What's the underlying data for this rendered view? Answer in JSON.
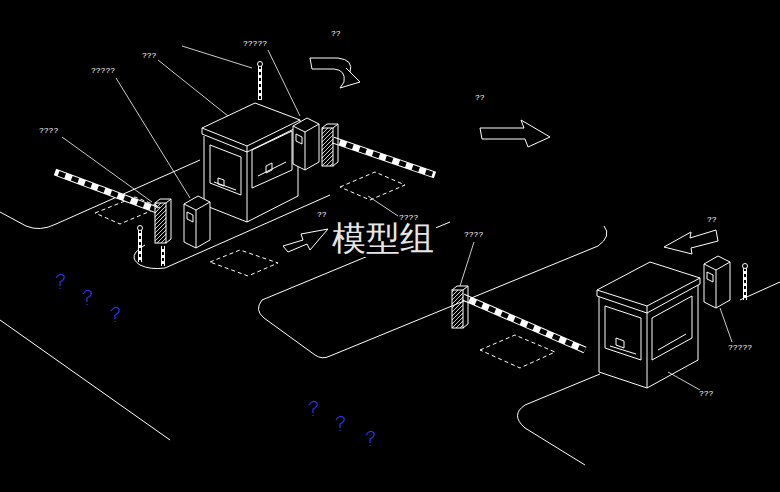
{
  "diagram": {
    "labels": [
      "???",
      "?????",
      "??",
      "?????",
      "??",
      "????",
      "??",
      "????",
      "????",
      "模型组",
      "??",
      "?????",
      "???"
    ]
  }
}
